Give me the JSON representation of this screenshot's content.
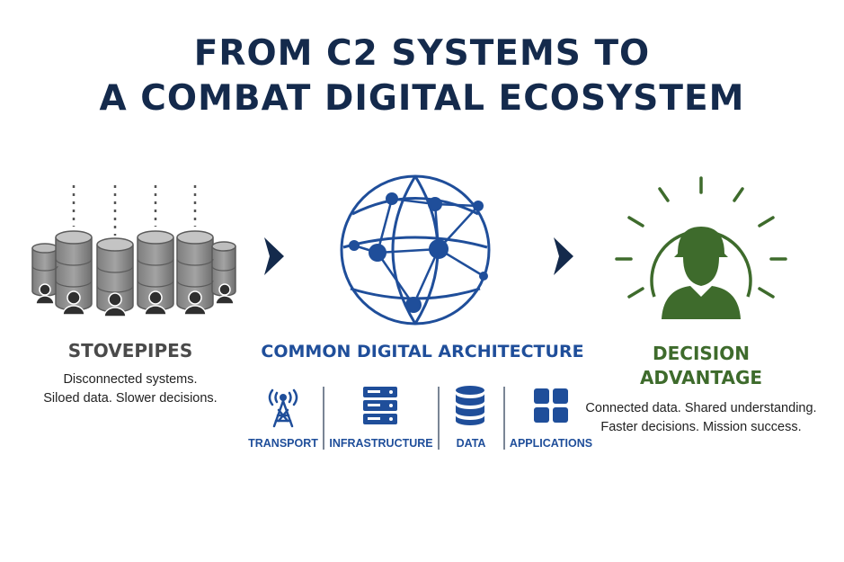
{
  "title": {
    "line1": "FROM C2 SYSTEMS TO",
    "line2": "A COMBAT DIGITAL ECOSYSTEM"
  },
  "left": {
    "heading": "STOVEPIPES",
    "desc_line1": "Disconnected systems.",
    "desc_line2": "Siloed data. Slower decisions."
  },
  "center": {
    "heading": "COMMON DIGITAL ARCHITECTURE",
    "layers": [
      {
        "label": "TRANSPORT",
        "icon": "radio-tower-icon"
      },
      {
        "label": "INFRASTRUCTURE",
        "icon": "server-icon"
      },
      {
        "label": "DATA",
        "icon": "database-icon"
      },
      {
        "label": "APPLICATIONS",
        "icon": "app-grid-icon"
      }
    ]
  },
  "right": {
    "heading_line1": "DECISION",
    "heading_line2": "ADVANTAGE",
    "desc_line1": "Connected data. Shared understanding.",
    "desc_line2": "Faster decisions. Mission success."
  },
  "icons": {
    "stovepipes": "database-stack-icon",
    "network": "network-globe-icon",
    "soldier": "soldier-icon",
    "arrow": "chevron-right-icon"
  },
  "colors": {
    "navy": "#142a4c",
    "blue": "#1f4e9a",
    "green": "#3e6b2c",
    "gray": "#4a4a4a"
  }
}
